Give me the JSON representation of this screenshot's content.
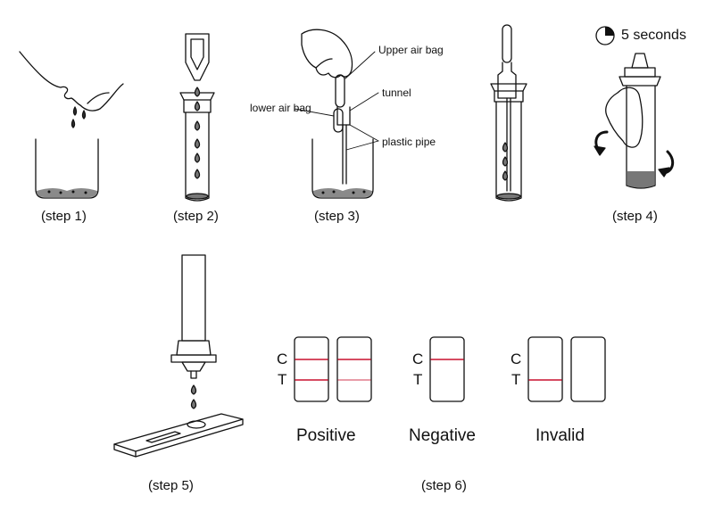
{
  "steps": {
    "s1": "(step 1)",
    "s2": "(step 2)",
    "s3": "(step 3)",
    "s4": "(step 4)",
    "s5": "(step 5)",
    "s6": "(step 6)"
  },
  "callouts": {
    "upper_air_bag": "Upper air bag",
    "tunnel": "tunnel",
    "lower_air_bag": "lower air bag",
    "plastic_pipe": "plastic pipe"
  },
  "timer": {
    "label": "5 seconds"
  },
  "results": {
    "c_label": "C",
    "t_label": "T",
    "positive": "Positive",
    "negative": "Negative",
    "invalid": "Invalid"
  },
  "colors": {
    "line_red": "#c8102e",
    "ink": "#111111",
    "liquid": "#7a7a7a"
  }
}
